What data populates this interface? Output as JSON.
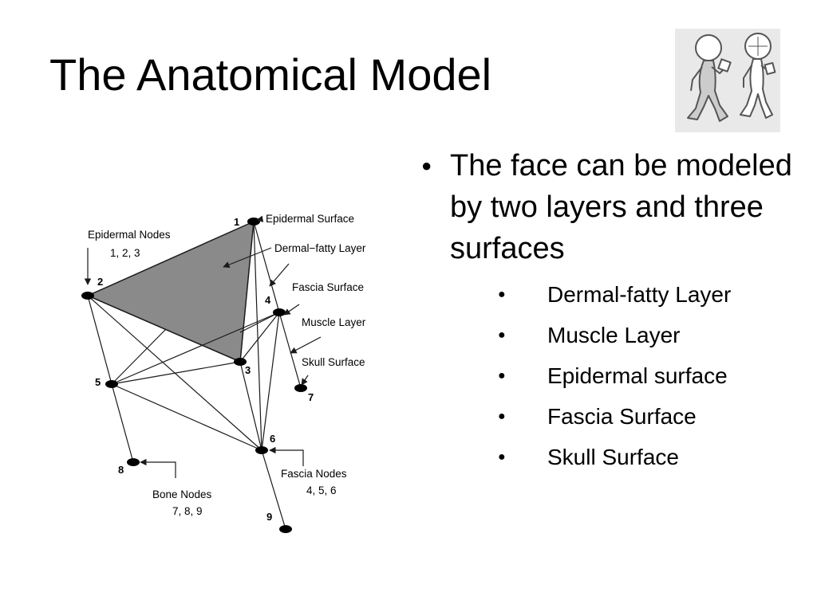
{
  "slide": {
    "title": "The Anatomical Model"
  },
  "bullets": {
    "main_text": "The face can be modeled by two layers and three surfaces",
    "sub_items": [
      "Dermal-fatty Layer",
      "Muscle Layer",
      "Epidermal surface",
      "Fascia Surface",
      "Skull Surface"
    ]
  },
  "diagram": {
    "labels": {
      "epidermal_nodes": "Epidermal Nodes",
      "epidermal_nodes_ids": "1, 2, 3",
      "epidermal_surface": "Epidermal Surface",
      "dermal_fatty_layer": "Dermal−fatty Layer",
      "fascia_surface": "Fascia Surface",
      "muscle_layer": "Muscle Layer",
      "skull_surface": "Skull Surface",
      "fascia_nodes": "Fascia Nodes",
      "fascia_nodes_ids": "4, 5, 6",
      "bone_nodes": "Bone Nodes",
      "bone_nodes_ids": "7, 8, 9"
    },
    "node_numbers": [
      "1",
      "2",
      "3",
      "4",
      "5",
      "6",
      "7",
      "8",
      "9"
    ]
  },
  "clipart": {
    "icon": "walking-figures-icon"
  },
  "colors": {
    "triangle_fill": "#8a8a8a",
    "line": "#1a1a1a",
    "clipart_bg": "#e9e9e9"
  }
}
